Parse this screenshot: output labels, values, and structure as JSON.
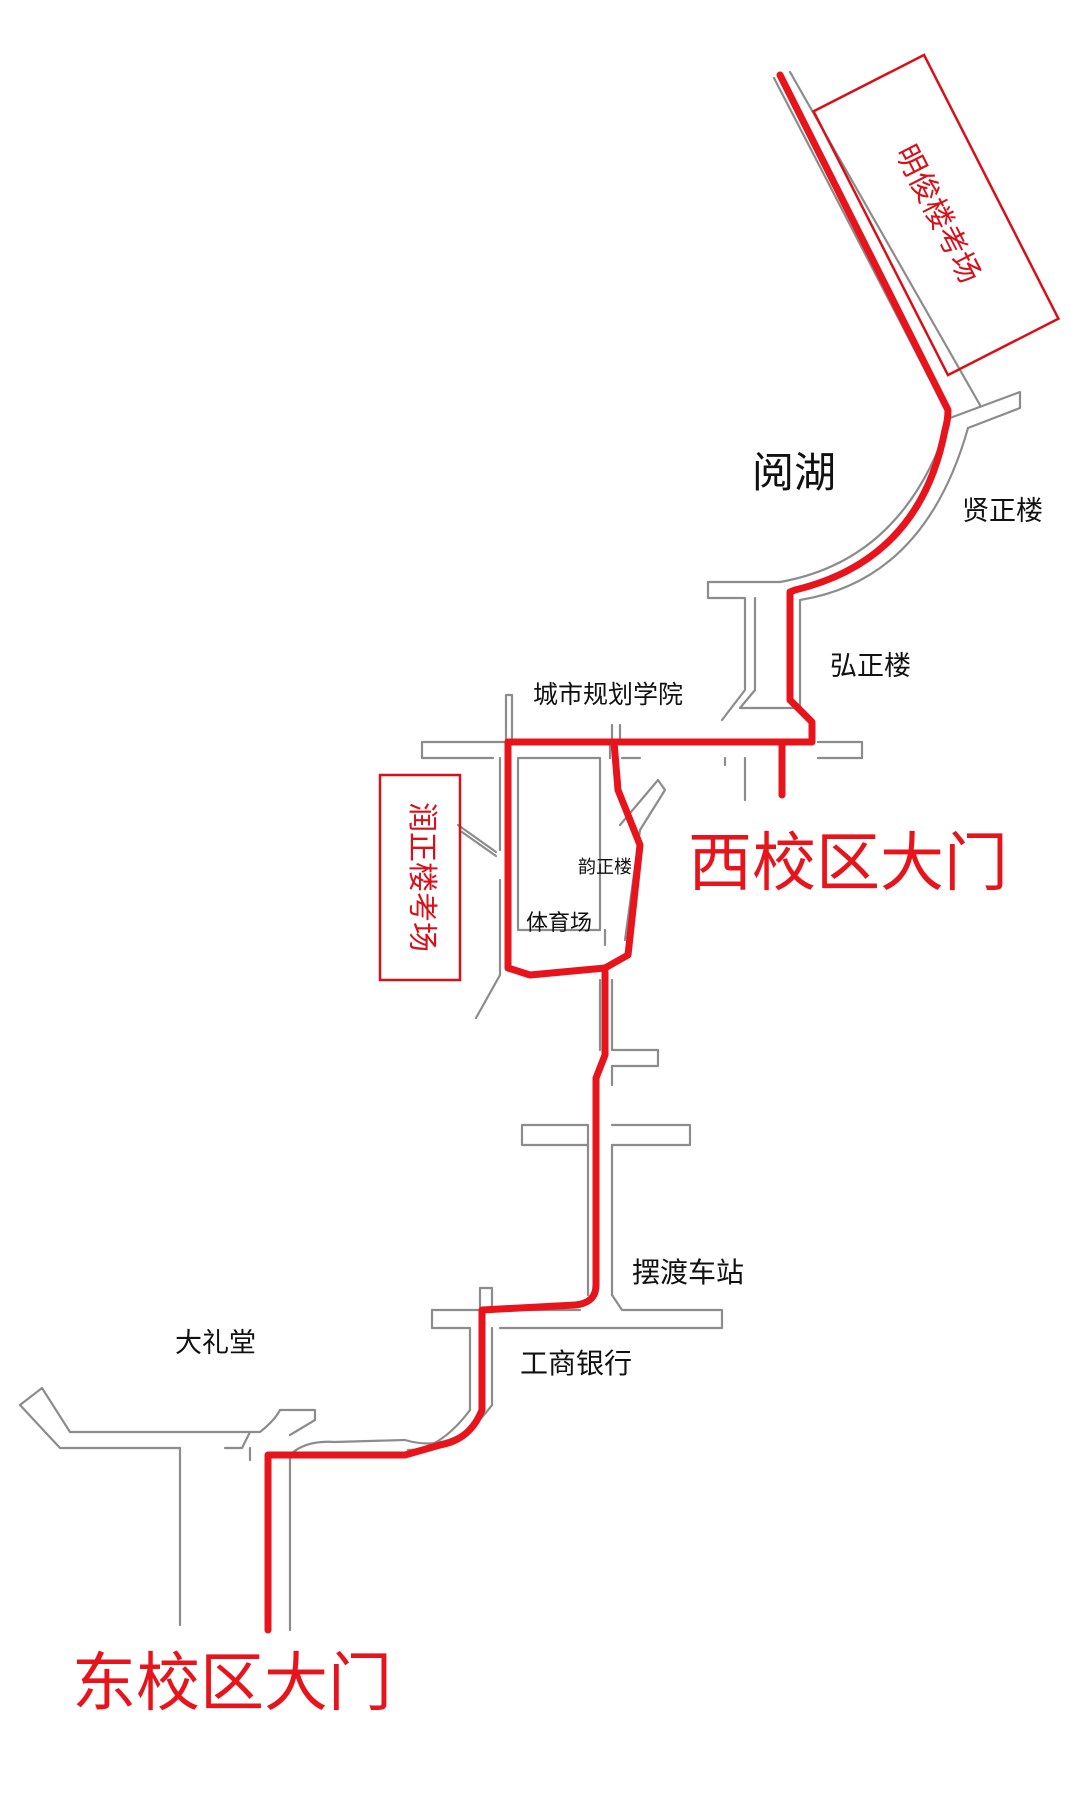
{
  "colors": {
    "route": "#e8141c",
    "road_outline": "#8c8c8c",
    "background": "#ffffff"
  },
  "exam_halls": {
    "mingjun": "明俊楼考场",
    "runzheng": "润正楼考场"
  },
  "gates": {
    "west": "西校区大门",
    "east": "东校区大门"
  },
  "places": {
    "yuehu": "阅湖",
    "xianzheng": "贤正楼",
    "hongzheng": "弘正楼",
    "urban_planning": "城市规划学院",
    "yunzheng": "韵正楼",
    "stadium": "体育场",
    "shuttle_station": "摆渡车站",
    "auditorium": "大礼堂",
    "icbc": "工商银行"
  }
}
